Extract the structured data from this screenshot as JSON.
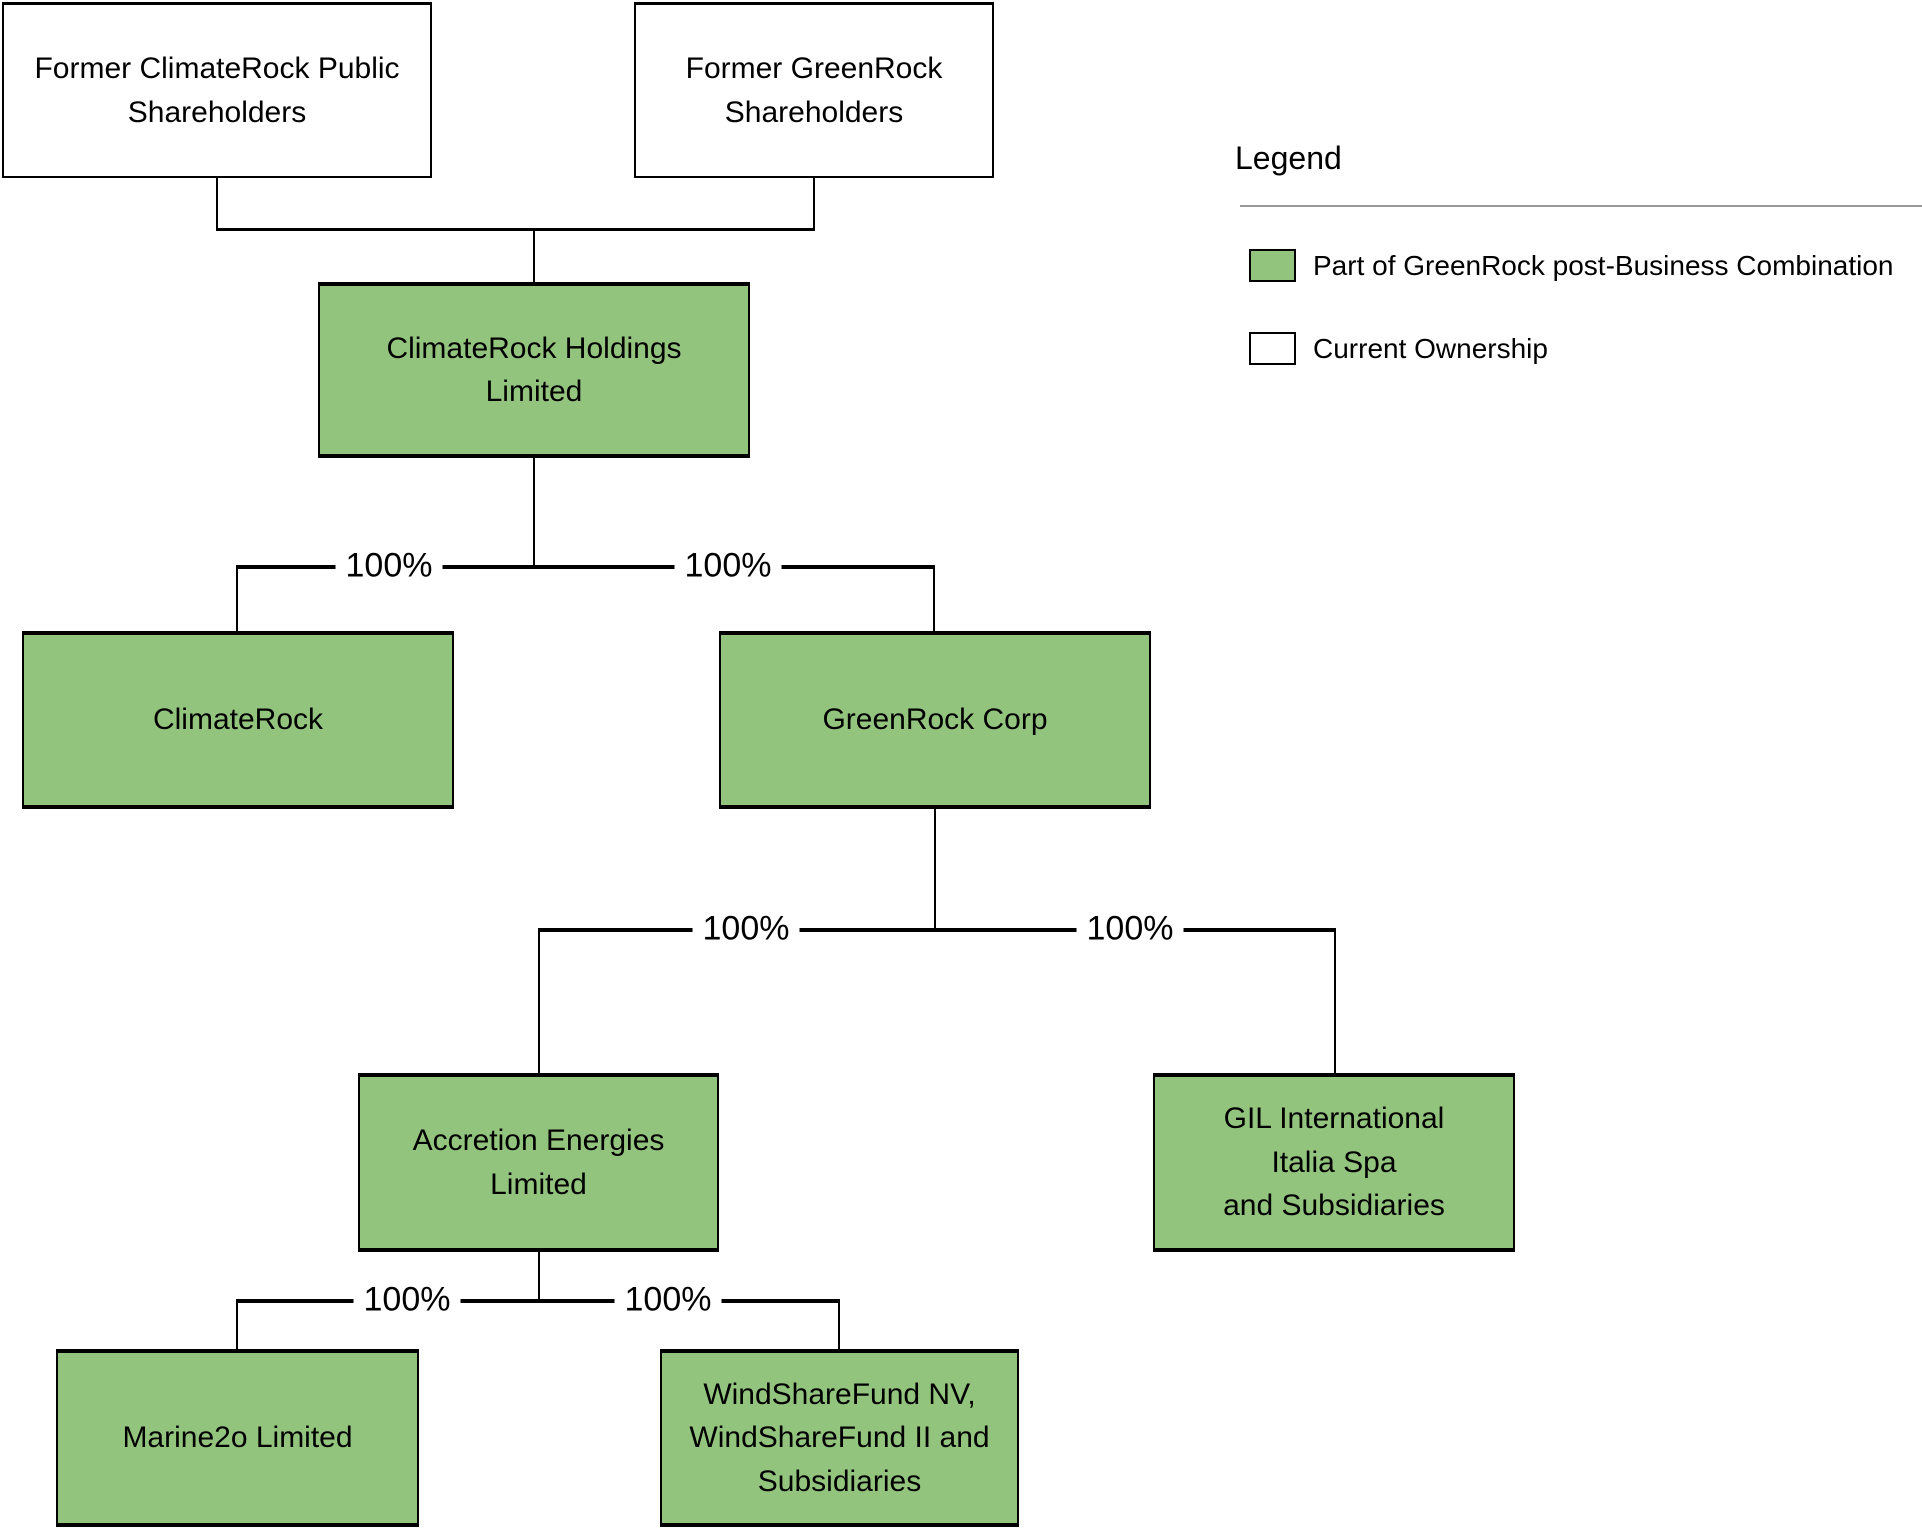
{
  "canvas": {
    "background": "#ffffff"
  },
  "colors": {
    "green_fill": "#93c47d",
    "white_fill": "#ffffff",
    "box_border": "#000000",
    "connector": "#000000",
    "legend_rule": "#9a9a9a",
    "text": "#000000"
  },
  "nodes": {
    "former_climaterock_public_shareholders": {
      "type": "white",
      "label": "Former ClimateRock Public\nShareholders"
    },
    "former_greenrock_shareholders": {
      "type": "white",
      "label": "Former GreenRock\nShareholders"
    },
    "climaterock_holdings": {
      "type": "green",
      "label": "ClimateRock Holdings\nLimited"
    },
    "climaterock": {
      "type": "green",
      "label": "ClimateRock"
    },
    "greenrock_corp": {
      "type": "green",
      "label": "GreenRock Corp"
    },
    "accretion_energies": {
      "type": "green",
      "label": "Accretion Energies\nLimited"
    },
    "gil_international": {
      "type": "green",
      "label": "GIL International\nItalia Spa\nand Subsidiaries"
    },
    "marine2o": {
      "type": "green",
      "label": "Marine2o Limited"
    },
    "windsharefund": {
      "type": "green",
      "label": "WindShareFund NV,\nWindShareFund II and\nSubsidiaries"
    }
  },
  "ownership": {
    "split1_left": "100%",
    "split1_right": "100%",
    "split2_left": "100%",
    "split2_right": "100%",
    "split3_left": "100%",
    "split3_right": "100%"
  },
  "legend": {
    "title": "Legend",
    "items": [
      {
        "swatch": "green",
        "label": "Part of GreenRock post-Business Combination"
      },
      {
        "swatch": "white",
        "label": "Current Ownership"
      }
    ]
  }
}
